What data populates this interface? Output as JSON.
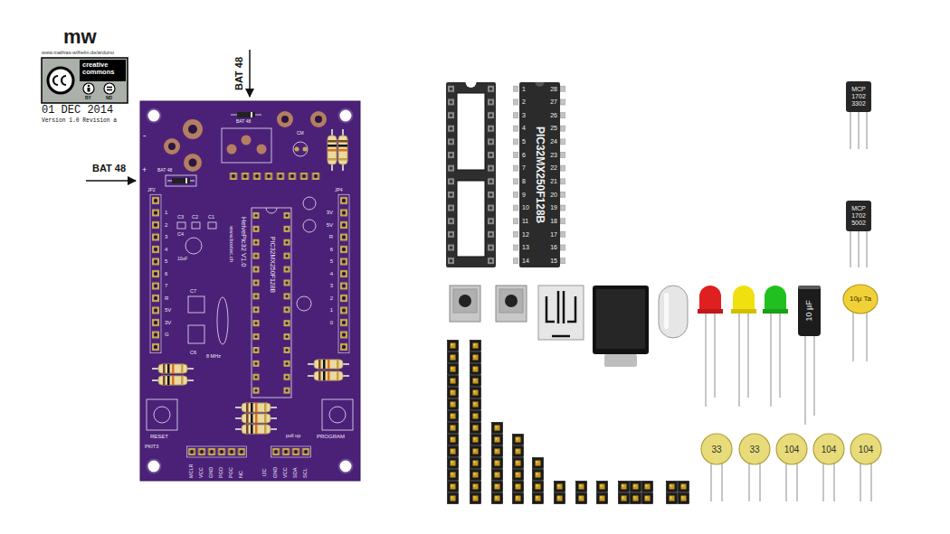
{
  "diagram": {
    "nodes": [
      {
        "text": [
          "PIC32MX250F128B"
        ]
      },
      {
        "text": [
          "MCP 1702 3302"
        ]
      },
      {
        "text": [
          "MCP 1702 5002"
        ]
      },
      {
        "text": [
          "10 µF"
        ]
      },
      {
        "text": [
          "10µ Ta"
        ]
      },
      {
        "text": [
          "33"
        ]
      },
      {
        "text": [
          "33"
        ]
      },
      {
        "text": [
          "104"
        ]
      },
      {
        "text": [
          "104"
        ]
      },
      {
        "text": [
          "104"
        ]
      }
    ],
    "labels": [
      "mw",
      "www.mathias-wilhelm.de/arduino",
      "creative commons",
      "BY",
      "ND",
      "01 DEC 2014",
      "Version 1.0 Revision a",
      "BAT 48",
      "BAT 48",
      "BAT 48",
      "BAT 48",
      "-",
      "+",
      "CM",
      "JP2",
      "JP4",
      "C3",
      "C2",
      "C1",
      "C4",
      "10uF",
      "C7",
      "C6",
      "8 MHz",
      "PIC32MX250F128B",
      "HelvePic32 V1.0",
      "www.boxtec.ch",
      "RESET",
      "PROGRAM",
      "PKIT3",
      "pull up",
      "I2C",
      "MCLR",
      "VCC",
      "GND",
      "PGD",
      "PGC",
      "NC",
      "GND",
      "VCC",
      "SDA",
      "SCL",
      "1",
      "2",
      "3",
      "4",
      "5",
      "6",
      "7",
      "R",
      "5V",
      "3V",
      "G",
      "3V",
      "5V",
      "R",
      "6",
      "5",
      "4",
      "3",
      "2",
      "1",
      "0",
      "1",
      "2",
      "3",
      "4",
      "5",
      "6",
      "7",
      "8",
      "9",
      "10",
      "11",
      "12",
      "13",
      "14",
      "15",
      "16",
      "17",
      "18",
      "19",
      "20",
      "21",
      "22",
      "23",
      "24",
      "25",
      "26",
      "27",
      "28"
    ]
  }
}
